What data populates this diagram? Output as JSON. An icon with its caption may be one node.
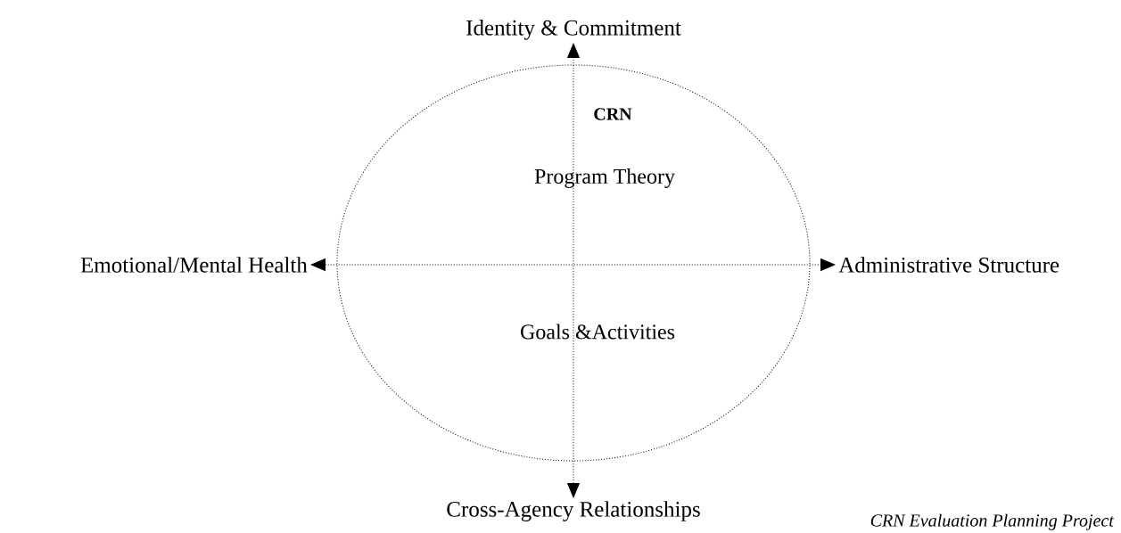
{
  "diagram": {
    "nodes": [
      {
        "text": [
          "Identity & Commitment"
        ]
      },
      {
        "text": [
          "Emotional/Mental Health"
        ]
      },
      {
        "text": [
          "Administrative Structure"
        ]
      },
      {
        "text": [
          "Cross-Agency Relationships"
        ]
      }
    ],
    "edges": [
      {
        "from": 3,
        "to": 0,
        "arrow": "both"
      },
      {
        "from": 1,
        "to": 2,
        "arrow": "both"
      }
    ],
    "labels": [
      "CRN",
      "Program Theory",
      "Goals &Activities",
      "CRN Evaluation Planning Project"
    ]
  }
}
